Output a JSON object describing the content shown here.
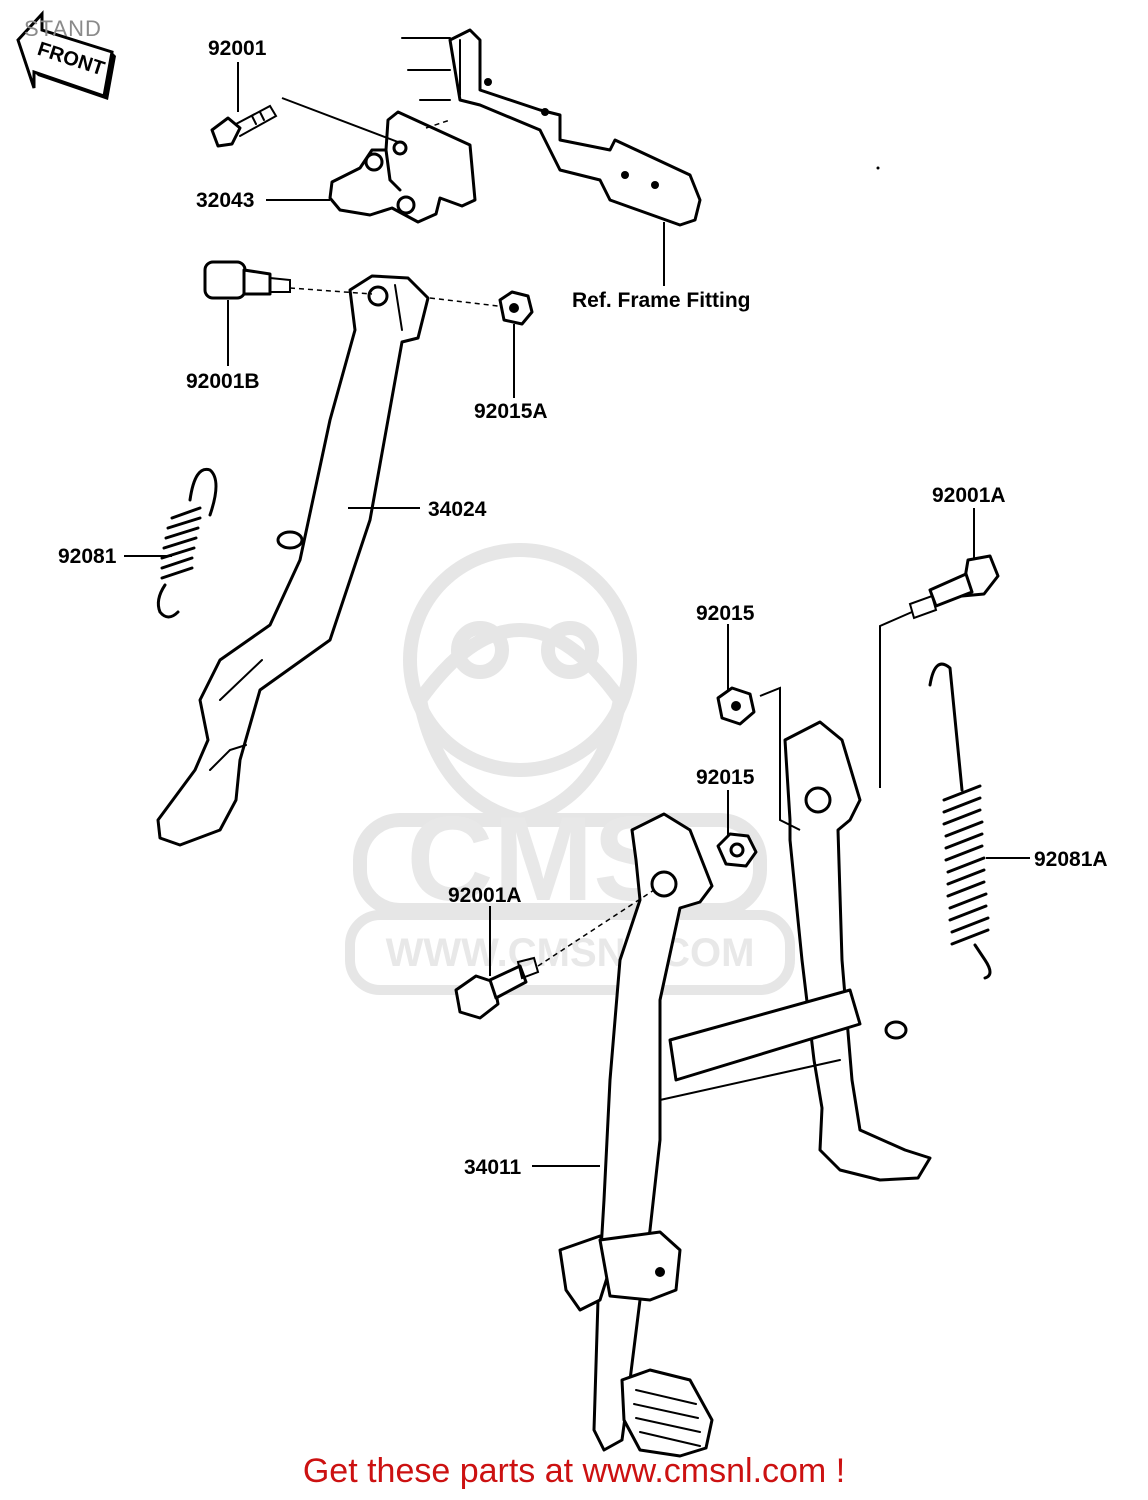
{
  "page": {
    "title": "STAND"
  },
  "front_badge": "FRONT",
  "watermark": {
    "letters": "CMS",
    "url": "WWW.CMSNL.COM"
  },
  "callouts": {
    "bolt_top": "92001",
    "bracket": "32043",
    "frame_fitting": "Ref. Frame Fitting",
    "side_bolt": "92001B",
    "side_nut": "92015A",
    "side_stand": "34024",
    "side_spring": "92081",
    "center_bolt_right": "92001A",
    "center_nut_upper": "92015",
    "center_nut_lower": "92015",
    "center_spring": "92081A",
    "center_bolt_left": "92001A",
    "center_stand": "34011"
  },
  "footer": {
    "promo": "Get these parts at www.cmsnl.com !"
  },
  "colors": {
    "promo": "#cc1111",
    "title": "#8a8a8a",
    "watermark": "#e6e6e6",
    "ink": "#000000"
  }
}
